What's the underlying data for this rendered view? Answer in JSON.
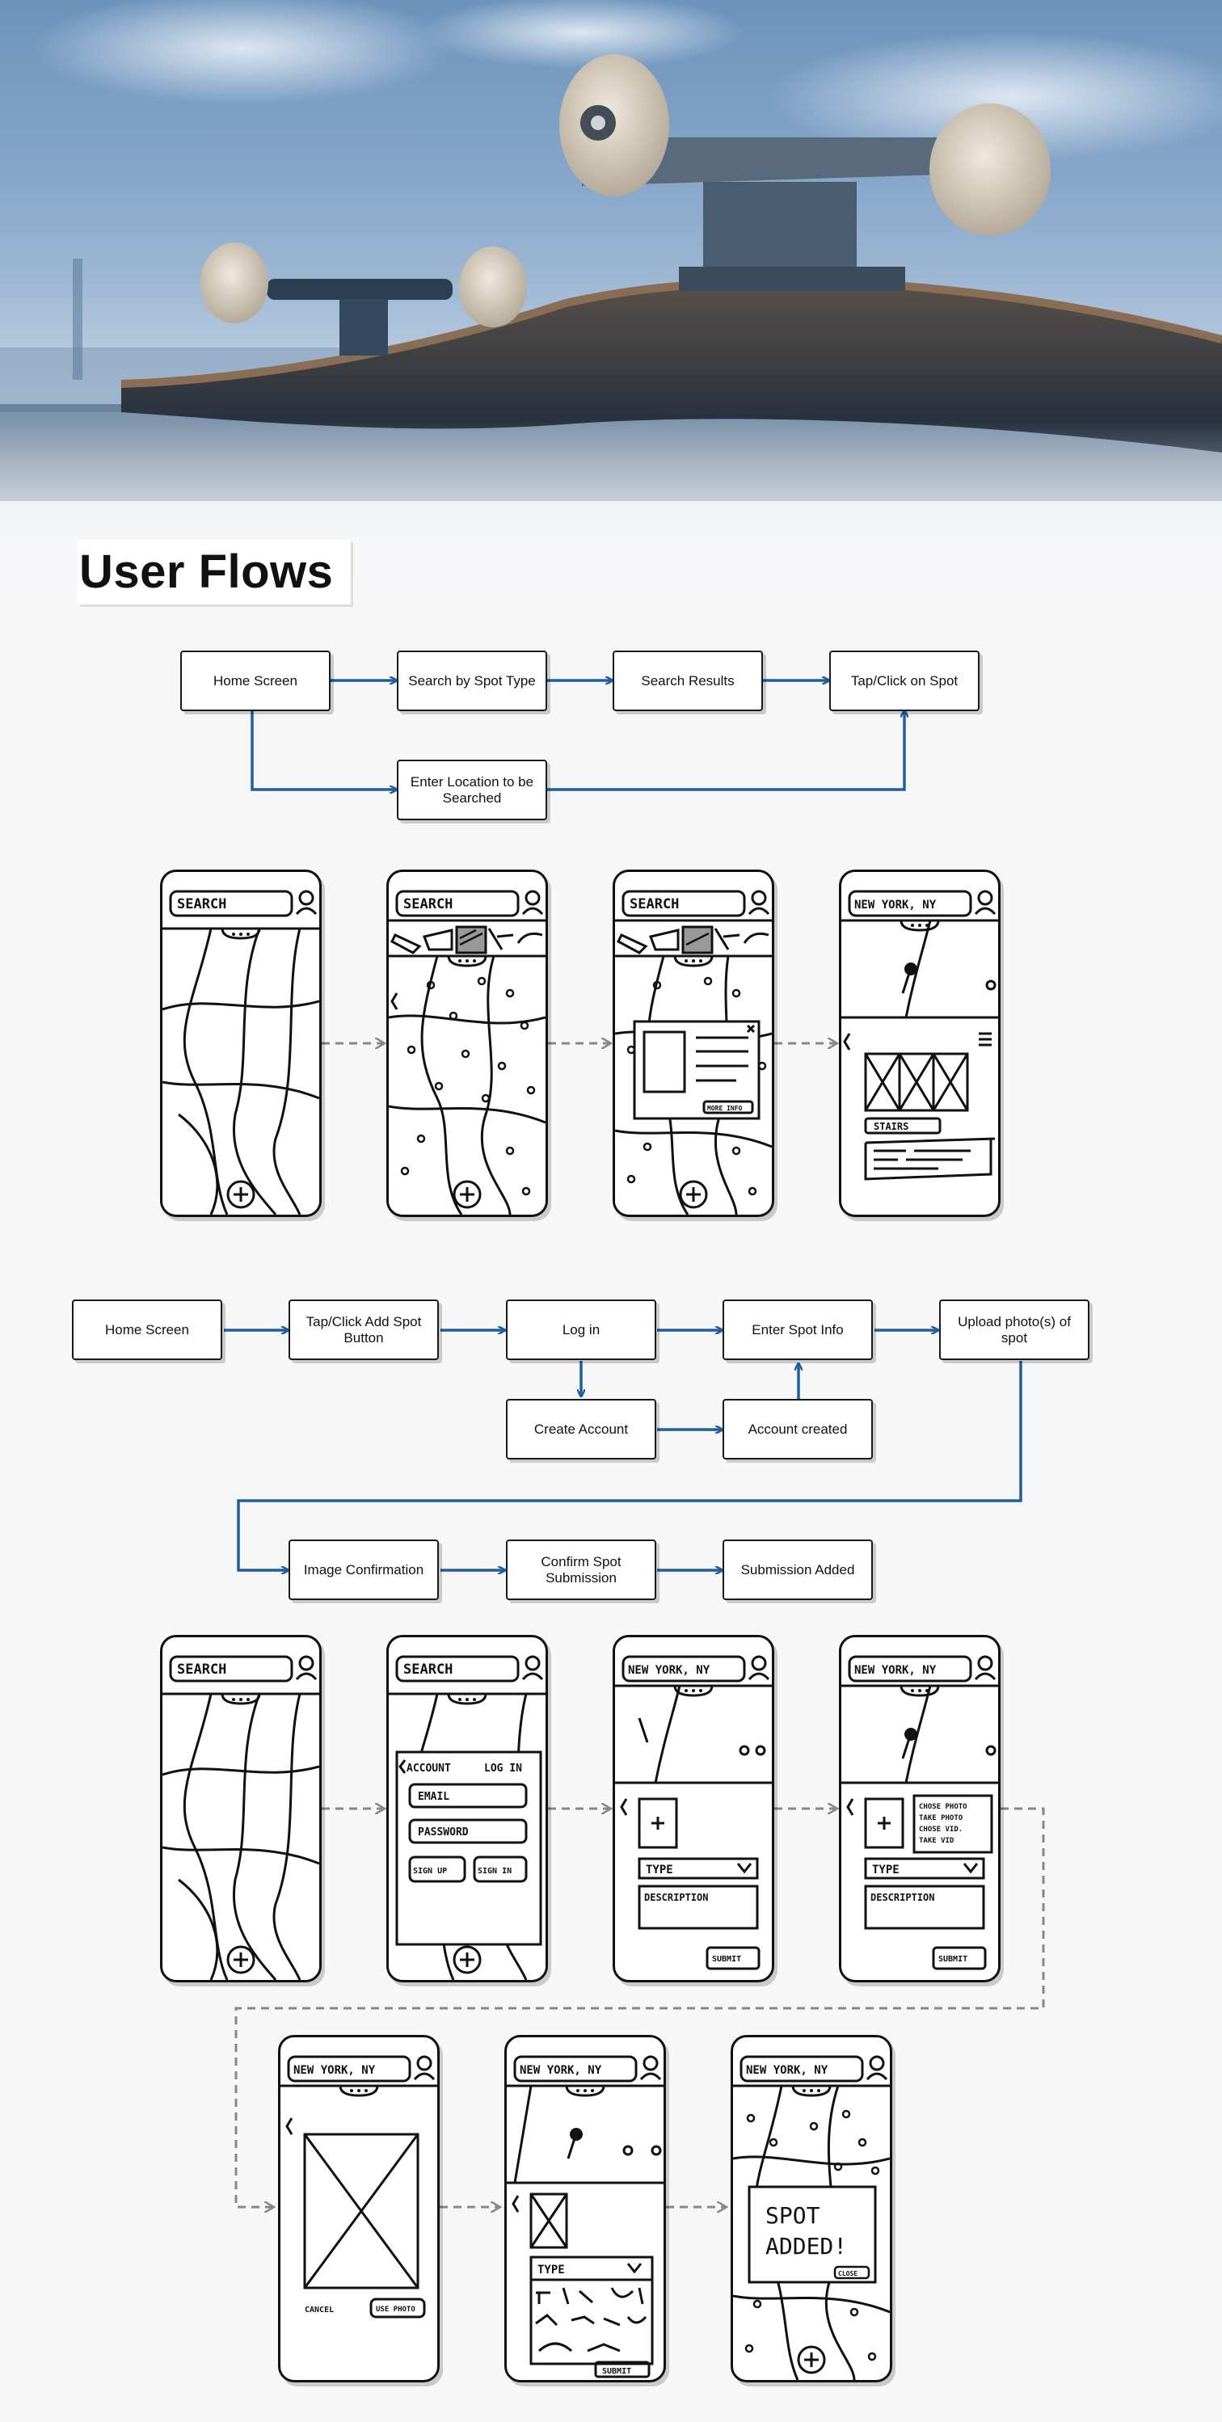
{
  "page_title": "User Flows",
  "colors": {
    "connector": "#1f5f9e",
    "dashed_arrow": "#888888",
    "node_border": "#1a1a1a"
  },
  "flow1": {
    "nodes": {
      "home": "Home Screen",
      "search_type": "Search by Spot Type",
      "results": "Search Results",
      "tap_spot": "Tap/Click on Spot",
      "enter_location": "Enter Location to be Searched"
    }
  },
  "flow2": {
    "nodes": {
      "home": "Home Screen",
      "tap_add": "Tap/Click Add Spot Button",
      "login": "Log in",
      "spot_info": "Enter Spot Info",
      "upload": "Upload photo(s) of spot",
      "create_account": "Create Account",
      "account_created": "Account created",
      "image_confirm": "Image Confirmation",
      "confirm_submit": "Confirm Spot Submission",
      "submission_added": "Submission Added"
    }
  },
  "wireframe_text": {
    "search": "SEARCH",
    "location": "NEW YORK, NY",
    "more_info": "MORE INFO",
    "stairs": "STAIRS",
    "account": "ACCOUNT",
    "log_in": "LOG IN",
    "email": "EMAIL",
    "password": "PASSWORD",
    "sign_up": "SIGN UP",
    "sign_in": "SIGN IN",
    "type": "TYPE",
    "description": "DESCRIPTION",
    "submit": "SUBMIT",
    "choose_photo": "CHOSE PHOTO",
    "take_photo": "TAKE PHOTO",
    "choose_video": "CHOSE VID.",
    "take_video": "TAKE VID",
    "cancel": "CANCEL",
    "use_photo": "USE PHOTO",
    "spot": "SPOT",
    "added": "ADDED!",
    "close": "CLOSE"
  }
}
